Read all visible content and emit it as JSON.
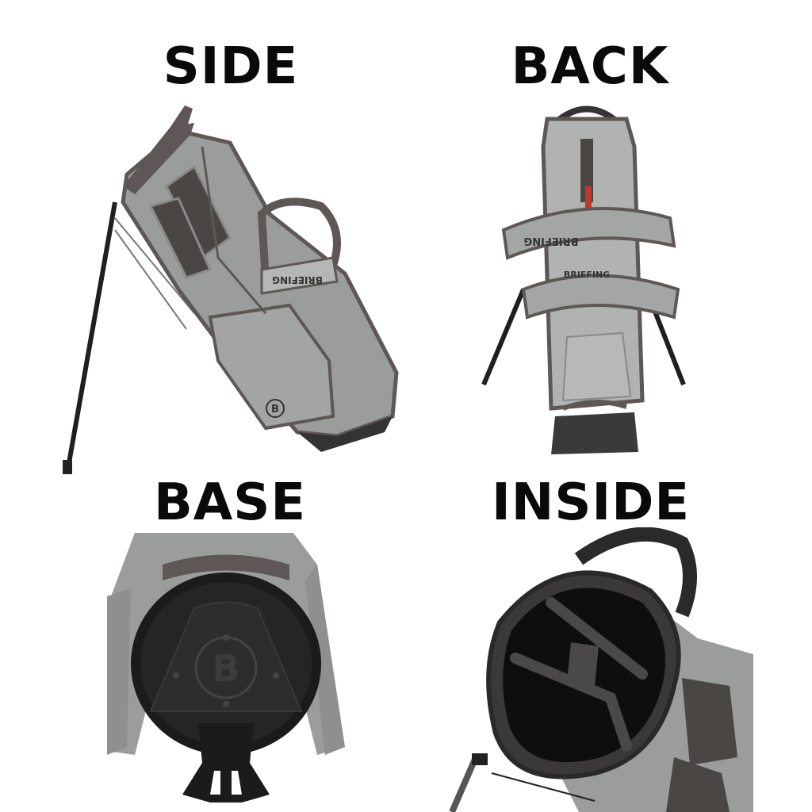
{
  "labels": {
    "side": "SIDE",
    "back": "BACK",
    "base": "BASE",
    "inside": "INSIDE"
  },
  "brand": {
    "wordmark": "BRIEFING",
    "monogram": "B"
  },
  "colors": {
    "background": "#ffffff",
    "label_text": "#0a0a0a",
    "bag_body": "#9a9d9b",
    "bag_body_light": "#b4b7b5",
    "trim": "#5e5755",
    "mesh": "#4a4644",
    "base_black": "#1c1b1b",
    "accent_red": "#c0392b"
  },
  "panels": [
    {
      "id": "side",
      "label": "SIDE"
    },
    {
      "id": "back",
      "label": "BACK"
    },
    {
      "id": "base",
      "label": "BASE"
    },
    {
      "id": "inside",
      "label": "INSIDE"
    }
  ]
}
